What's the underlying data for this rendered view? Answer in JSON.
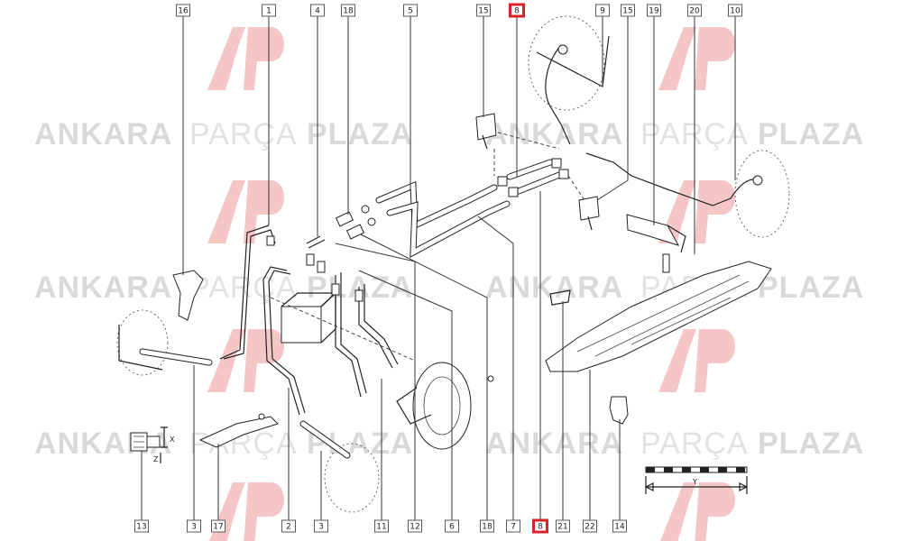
{
  "watermark": {
    "word_bold_1": "ANKARA",
    "word_light": "PARÇA",
    "word_bold_2": "PLAZA",
    "color": "#d9d9d9",
    "logo_color": "#f4c6c6"
  },
  "highlight_color": "#d8232a",
  "top_callouts": [
    "16",
    "1",
    "4",
    "18",
    "5",
    "15",
    "8",
    "9",
    "15",
    "19",
    "20",
    "10"
  ],
  "bottom_callouts": [
    "13",
    "3",
    "17",
    "2",
    "3",
    "11",
    "12",
    "6",
    "18",
    "7",
    "8",
    "21",
    "22",
    "14"
  ],
  "highlighted_part": "8",
  "dimension_labels": {
    "x": "X",
    "z": "Z",
    "y": "Y"
  }
}
